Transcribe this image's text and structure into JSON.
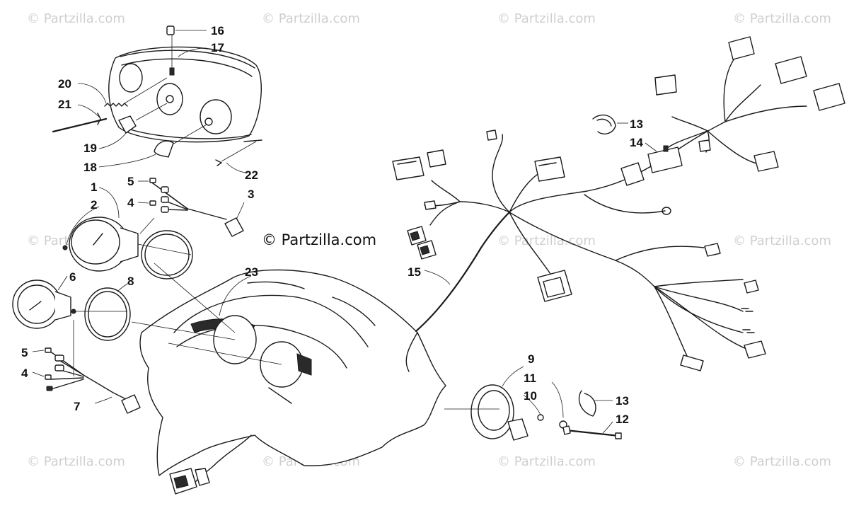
{
  "watermark_text": "© Partzilla.com",
  "center_mark_text": "© Partzilla.com",
  "colors": {
    "line": "#1a1a1a",
    "watermark": "#cfcfcf",
    "background": "#ffffff"
  },
  "callouts": {
    "c1": "1",
    "c2": "2",
    "c3": "3",
    "c4a": "4",
    "c4b": "4",
    "c5a": "5",
    "c5b": "5",
    "c6": "6",
    "c7": "7",
    "c8": "8",
    "c9": "9",
    "c10": "10",
    "c11": "11",
    "c12": "12",
    "c13a": "13",
    "c13b": "13",
    "c14": "14",
    "c15": "15",
    "c16": "16",
    "c17": "17",
    "c18": "18",
    "c19": "19",
    "c20": "20",
    "c21": "21",
    "c22": "22",
    "c23": "23"
  }
}
